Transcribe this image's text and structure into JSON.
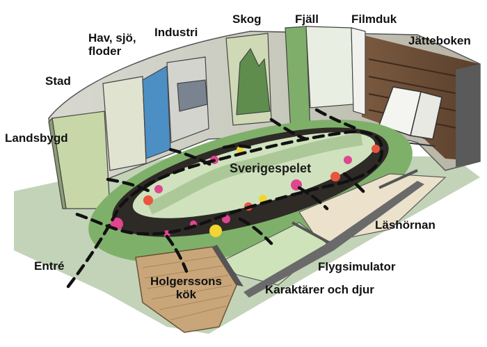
{
  "labels": {
    "landsbygd": "Landsbygd",
    "stad": "Stad",
    "hav_line1": "Hav, sjö,",
    "hav_line2": "floder",
    "industri": "Industri",
    "skog": "Skog",
    "fjall": "Fjäll",
    "filmduk": "Filmduk",
    "jatteboken": "Jätteboken",
    "sverigespelet": "Sverigespelet",
    "lashornan": "Läshörnan",
    "entre": "Entré",
    "holgerssons_line1": "Holgerssons",
    "holgerssons_line2": "kök",
    "flygsimulator": "Flygsimulator",
    "karaktarer": "Karaktärer och djur"
  },
  "colors": {
    "floor": "#9dc18a",
    "track": "#2e2a26",
    "map": "#cfe2bd",
    "water": "#3a8fd6",
    "wood": "#c9a67a",
    "wall_outer": "#6a6a6a",
    "path": "#111111",
    "accent_pink": "#e0458f",
    "accent_yellow": "#f2d530",
    "accent_red": "#e9553f"
  }
}
